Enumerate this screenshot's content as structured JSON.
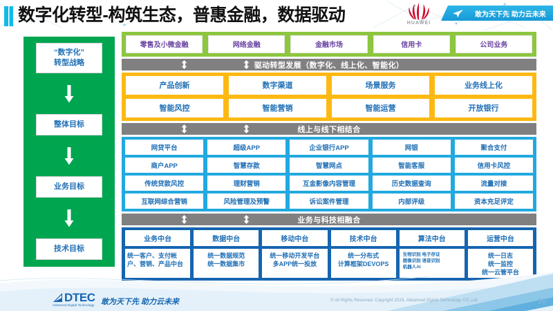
{
  "header": {
    "title": "数字化转型-构筑生态，普惠金融，数据驱动",
    "brand_mark": "huawei-flower-logo",
    "brand_word": "HUAWEI",
    "banner_icon": "paper-plane-icon",
    "banner_slogan": "敢为天下先 助力云未来",
    "accent_bar_color": "#12b9e8"
  },
  "sidebar": {
    "bg_color": "#00a550",
    "items": [
      {
        "label": "“数字化”\n转型战略",
        "line1": "“数字化”",
        "line2": "转型战略"
      },
      {
        "label": "整体目标"
      },
      {
        "label": "业务目标"
      },
      {
        "label": "技术目标"
      }
    ],
    "arrow_icon": "down-arrow-icon"
  },
  "green_row": {
    "bg_color": "#8dc63f",
    "cells": [
      "零售及小微金融",
      "网络金融",
      "金融市场",
      "信用卡",
      "公司业务"
    ]
  },
  "divider_1": {
    "text": "驱动转型发展（数字化、线上化、智能化）",
    "bg_color": "#808080",
    "arrow_icon": "double-arrow-vertical-icon"
  },
  "orange_block": {
    "bg_color": "#fdb913",
    "rows": [
      [
        "产品创新",
        "数字渠道",
        "场景服务",
        "业务线上化"
      ],
      [
        "智能风控",
        "智能营销",
        "智能运营",
        "开放银行"
      ]
    ]
  },
  "divider_2": {
    "text": "线上与线下相结合",
    "bg_color": "#808080",
    "arrow_icon": "double-arrow-vertical-icon"
  },
  "blue_block": {
    "bg_color": "#22a9e0",
    "rows": [
      [
        "网贷平台",
        "超级APP",
        "企业银行APP",
        "网银",
        "聚合支付"
      ],
      [
        "商户APP",
        "智慧存款",
        "智慧网点",
        "智能客服",
        "信用卡风控"
      ],
      [
        "传统贷款风控",
        "理财营销",
        "互金影像内容管理",
        "历史数据查询",
        "流量对接"
      ],
      [
        "互联网综合营销",
        "风险管理及预警",
        "诉讼案件管理",
        "内部评级",
        "资本充足评定"
      ]
    ]
  },
  "divider_3": {
    "text": "业务与科技相融合",
    "bg_color": "#808080",
    "arrow_icon": "double-arrow-vertical-icon"
  },
  "navy_block": {
    "bg_color": "#1565b0",
    "columns": [
      {
        "head": "业务中台",
        "body": "统一客户、支付帐户、营销、产品中台",
        "align": "left"
      },
      {
        "head": "数据中台",
        "body": "统一数据规范\n统一数据集市",
        "align": "center"
      },
      {
        "head": "移动中台",
        "body": "统一移动开发平台\n多APP统一投放",
        "align": "center"
      },
      {
        "head": "技术中台",
        "body": "统一分布式\n计算框架DEVOPS",
        "align": "center"
      },
      {
        "head": "算法中台",
        "body": "生物识别 电子存证\n图像识别 语音识别\n机器人AI",
        "align": "tiny"
      },
      {
        "head": "运营中台",
        "body": "统一日志\n统一监控\n统一云管平台",
        "align": "center"
      }
    ]
  },
  "footer": {
    "logo_word": "DTEC",
    "logo_sub": "Advanced Digital Technology",
    "logo_icon": "dtec-triangle-icon",
    "slogan": "敢为天下先   助力云未来",
    "copyright": "© All Rights Reserved. Copyright 2019, Advanced Digital Technology CO.,Ltd",
    "page_number": "10"
  }
}
